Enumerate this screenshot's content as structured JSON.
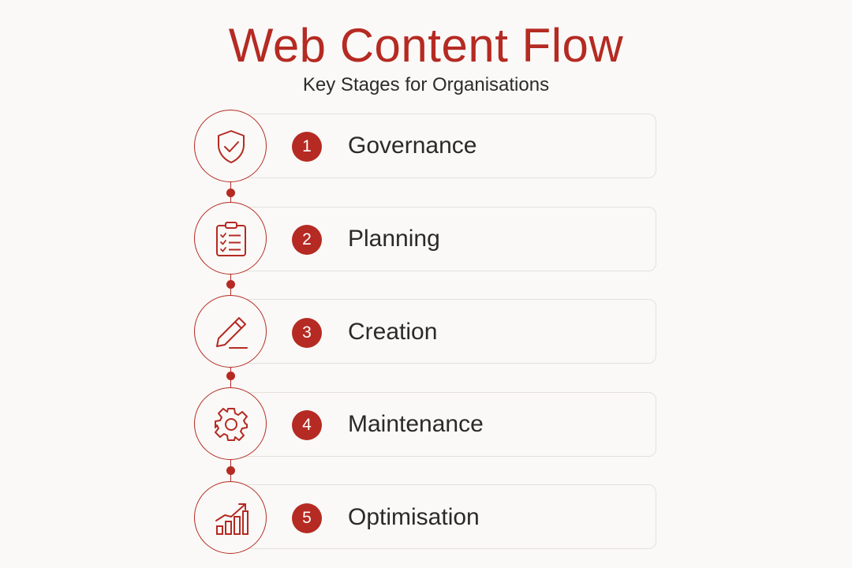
{
  "title": "Web Content Flow",
  "subtitle": "Key Stages for Organisations",
  "colors": {
    "accent": "#b52a22",
    "background": "#faf9f7",
    "text": "#2a2a2a",
    "card_border": "#e4e1dd"
  },
  "stages": [
    {
      "number": "1",
      "label": "Governance",
      "icon": "shield-check-icon"
    },
    {
      "number": "2",
      "label": "Planning",
      "icon": "clipboard-checklist-icon"
    },
    {
      "number": "3",
      "label": "Creation",
      "icon": "pencil-icon"
    },
    {
      "number": "4",
      "label": "Maintenance",
      "icon": "gear-icon"
    },
    {
      "number": "5",
      "label": "Optimisation",
      "icon": "bar-chart-growth-icon"
    }
  ]
}
